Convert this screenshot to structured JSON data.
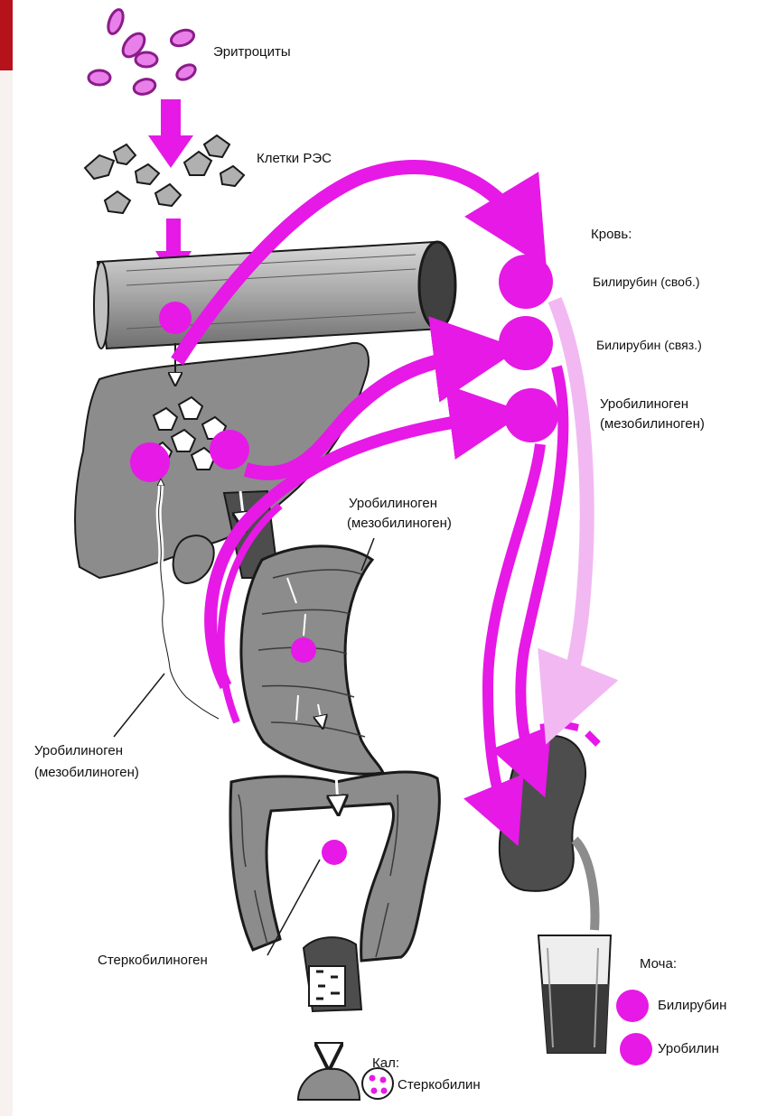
{
  "colors": {
    "bilirubin_magenta": "#e619e6",
    "pale_pink": "#f2b8f2",
    "organ_gray": "#8c8c8c",
    "dark_gray": "#4d4d4d",
    "outline": "#1a1a1a",
    "page_bg": "#ffffff",
    "left_accent": "#b5121b"
  },
  "labels": {
    "erythrocytes": "Эритроциты",
    "res_cells": "Клетки РЭС",
    "blood_title": "Кровь:",
    "bilirubin_free": "Билирубин (своб.)",
    "bilirubin_bound": "Билирубин (связ.)",
    "urobilinogen_blood": "Уробилиноген",
    "mesobilinogen_blood": "(мезобилиноген)",
    "urobilinogen_intestine": "Уробилиноген",
    "mesobilinogen_intestine": "(мезобилиноген)",
    "urobilinogen_portal": "Уробилиноген",
    "mesobilinogen_portal": "(мезобилиноген)",
    "stercobilinogen": "Стеркобилиноген",
    "urine_title": "Моча:",
    "urine_bilirubin": "Билирубин",
    "urine_urobilin": "Уробилин",
    "feces_title": "Кал:",
    "feces_stercobilin": "Стеркобилин"
  },
  "icons": {
    "erythrocytes": "red-blood-cells-icon",
    "res_cells": "reticuloendothelial-cells-icon",
    "blood_vessel": "blood-vessel-icon",
    "liver": "liver-icon",
    "intestine": "duodenum-icon",
    "colon": "colon-icon",
    "kidney": "kidney-icon",
    "urine_glass": "urine-glass-icon",
    "feces": "feces-icon"
  }
}
